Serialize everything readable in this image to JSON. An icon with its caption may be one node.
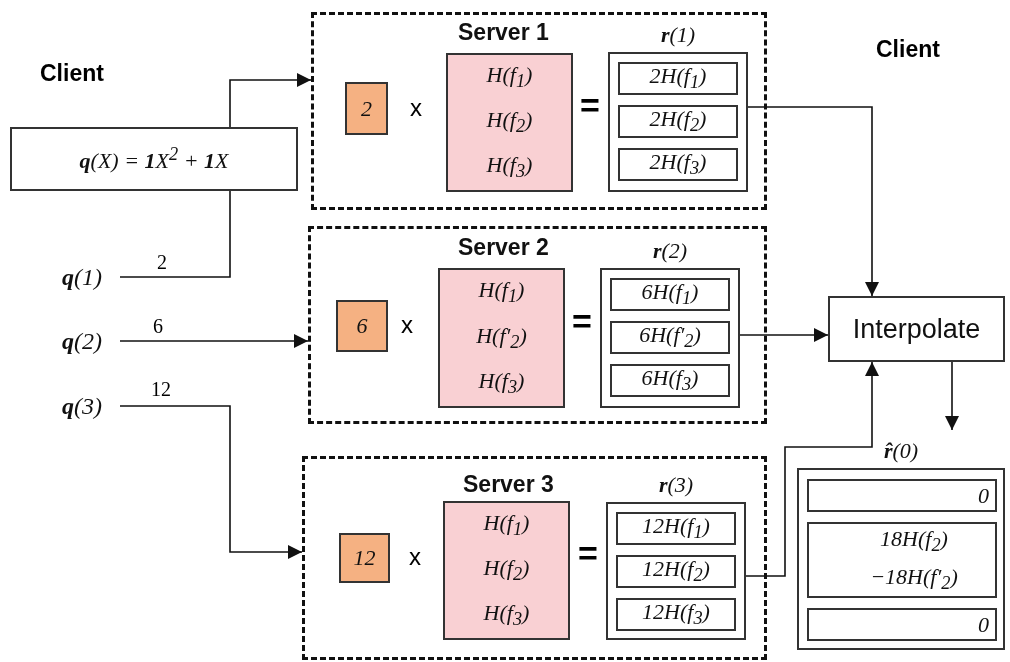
{
  "diagram": {
    "nodes": [
      {
        "text": [
          "**q**(X) = **1**X$^{2}$ + **1**X"
        ]
      },
      {
        "text": [
          "**q**(1)"
        ]
      },
      {
        "text": [
          "**q**(2)"
        ]
      },
      {
        "text": [
          "**q**(3)"
        ]
      },
      {
        "text": [
          "Server 1"
        ]
      },
      {
        "text": [
          "2"
        ],
        "in": 4
      },
      {
        "text": [
          "H(f$_{1}$)",
          "H(f$_{2}$)",
          "H(f$_{3}$)"
        ],
        "in": 4
      },
      {
        "text": [
          "**r**(1)"
        ],
        "in": 4
      },
      {
        "text": [
          "2H(f$_{1}$)"
        ],
        "in": 7
      },
      {
        "text": [
          "2H(f$_{2}$)"
        ],
        "in": 7
      },
      {
        "text": [
          "2H(f$_{3}$)"
        ],
        "in": 7
      },
      {
        "text": [
          "Server 2"
        ]
      },
      {
        "text": [
          "6"
        ],
        "in": 11
      },
      {
        "text": [
          "H(f$_{1}$)",
          "H(f′$_{2}$)",
          "H(f$_{3}$)"
        ],
        "in": 11
      },
      {
        "text": [
          "**r**(2)"
        ],
        "in": 11
      },
      {
        "text": [
          "6H(f$_{1}$)"
        ],
        "in": 14
      },
      {
        "text": [
          "6H(f′$_{2}$)"
        ],
        "in": 14
      },
      {
        "text": [
          "6H(f$_{3}$)"
        ],
        "in": 14
      },
      {
        "text": [
          "Server 3"
        ]
      },
      {
        "text": [
          "12"
        ],
        "in": 18
      },
      {
        "text": [
          "H(f$_{1}$)",
          "H(f$_{2}$)",
          "H(f$_{3}$)"
        ],
        "in": 18
      },
      {
        "text": [
          "**r**(3)"
        ],
        "in": 18
      },
      {
        "text": [
          "12H(f$_{1}$)"
        ],
        "in": 21
      },
      {
        "text": [
          "12H(f$_{2}$)"
        ],
        "in": 21
      },
      {
        "text": [
          "12H(f$_{3}$)"
        ],
        "in": 21
      },
      {
        "text": [
          "Interpolate"
        ]
      },
      {
        "text": [
          "**r̂**(0)"
        ]
      },
      {
        "text": [
          "0"
        ],
        "in": 26
      },
      {
        "text": [
          "18H(f$_{2}$) −18H(f′$_{2}$)"
        ],
        "in": 26
      },
      {
        "text": [
          "0"
        ],
        "in": 26
      }
    ],
    "edges": [
      {
        "from": 1,
        "to": 0,
        "arrow": "none",
        "label": "2"
      },
      {
        "from": 0,
        "to": 4,
        "arrow": "to"
      },
      {
        "from": 2,
        "to": 11,
        "arrow": "to",
        "label": "6"
      },
      {
        "from": 3,
        "to": 18,
        "arrow": "to",
        "label": "12"
      },
      {
        "from": 7,
        "to": 25,
        "arrow": "to"
      },
      {
        "from": 14,
        "to": 25,
        "arrow": "to"
      },
      {
        "from": 21,
        "to": 25,
        "arrow": "to"
      },
      {
        "from": 25,
        "to": 26,
        "arrow": "to"
      }
    ],
    "labels": [
      "Client",
      "Client",
      "x",
      "=",
      "x",
      "=",
      "x",
      "="
    ]
  }
}
